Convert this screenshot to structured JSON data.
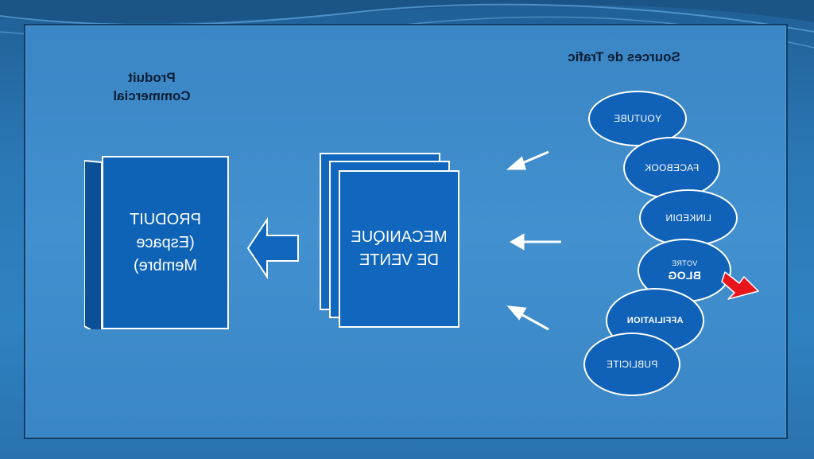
{
  "diagram": {
    "produit_heading": "Produit\nCommercial",
    "produit_box": "PRODUIT\n(Espace\nMembre)",
    "mecanique_box": "MECANIQUE\nDE VENTE",
    "sources_heading": "Sources de Trafic",
    "sources": [
      {
        "label": "YOUTUBE"
      },
      {
        "label": "FACEBOOK"
      },
      {
        "label": "LINKEDIN"
      },
      {
        "label": "BLOG",
        "prefix": "VOTRE"
      },
      {
        "label": "AFFILIATION"
      },
      {
        "label": "PUBLICITE"
      }
    ]
  },
  "colors": {
    "background": "#2b78b5",
    "box_fill": "#0f63b7",
    "highlight_arrow": "#e8161b",
    "heading_text": "#0a1e33"
  }
}
